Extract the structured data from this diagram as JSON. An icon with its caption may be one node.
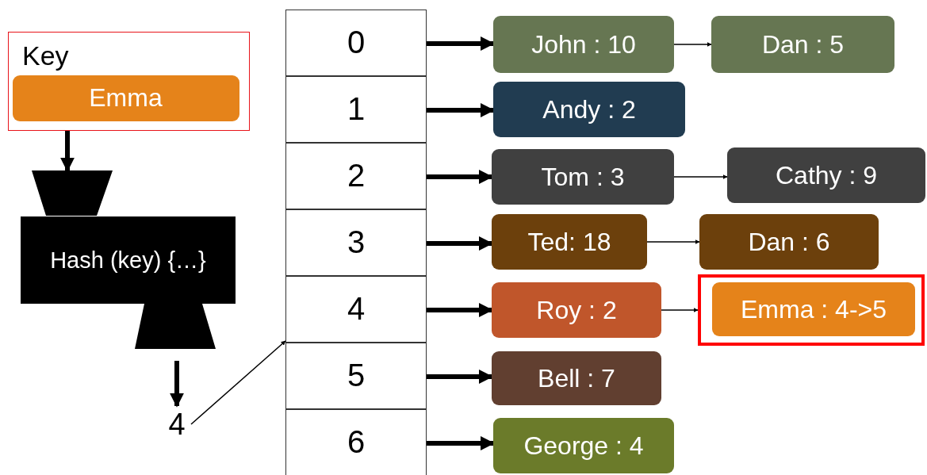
{
  "diagram": {
    "nodes": [
      {
        "text": [
          "Key"
        ]
      },
      {
        "text": [
          "Emma"
        ],
        "in": 0
      },
      {
        "text": [
          "Hash (key) {…}"
        ]
      },
      {
        "text": [
          "4"
        ]
      },
      {
        "text": [
          "0"
        ]
      },
      {
        "text": [
          "1"
        ]
      },
      {
        "text": [
          "2"
        ]
      },
      {
        "text": [
          "3"
        ]
      },
      {
        "text": [
          "4"
        ]
      },
      {
        "text": [
          "5"
        ]
      },
      {
        "text": [
          "6"
        ]
      },
      {
        "text": [
          "John : 10"
        ]
      },
      {
        "text": [
          "Dan : 5"
        ]
      },
      {
        "text": [
          "Andy : 2"
        ]
      },
      {
        "text": [
          "Tom : 3"
        ]
      },
      {
        "text": [
          "Cathy : 9"
        ]
      },
      {
        "text": [
          "Ted: 18"
        ]
      },
      {
        "text": [
          "Dan : 6"
        ]
      },
      {
        "text": [
          "Roy : 2"
        ]
      },
      {
        "text": [],
        "shape": "box"
      },
      {
        "text": [
          "Emma : 4->5"
        ],
        "in": 19
      },
      {
        "text": [
          "Bell : 7"
        ]
      },
      {
        "text": [
          "George : 4"
        ]
      }
    ],
    "edges": [
      {
        "from": 0,
        "to": 2,
        "arrow": "to"
      },
      {
        "from": 2,
        "to": 3,
        "arrow": "to"
      },
      {
        "from": 3,
        "to": 8,
        "arrow": "to"
      },
      {
        "from": 4,
        "to": 11,
        "arrow": "to"
      },
      {
        "from": 5,
        "to": 13,
        "arrow": "to"
      },
      {
        "from": 6,
        "to": 14,
        "arrow": "to"
      },
      {
        "from": 7,
        "to": 16,
        "arrow": "to"
      },
      {
        "from": 8,
        "to": 18,
        "arrow": "to"
      },
      {
        "from": 9,
        "to": 21,
        "arrow": "to"
      },
      {
        "from": 10,
        "to": 22,
        "arrow": "to"
      },
      {
        "from": 11,
        "to": 12,
        "arrow": "to"
      },
      {
        "from": 14,
        "to": 15,
        "arrow": "to"
      },
      {
        "from": 16,
        "to": 17,
        "arrow": "to"
      },
      {
        "from": 18,
        "to": 19,
        "arrow": "to"
      }
    ]
  }
}
